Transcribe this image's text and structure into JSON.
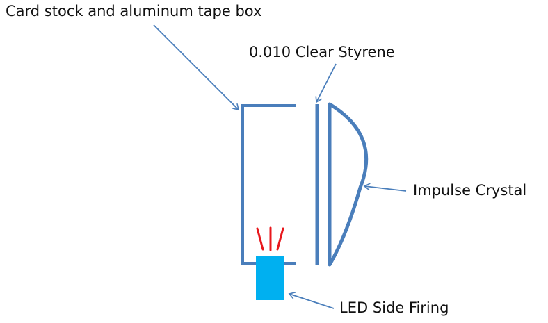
{
  "labels": {
    "box": "Card stock and aluminum tape box",
    "styrene": "0.010 Clear Styrene",
    "crystal": "Impulse Crystal",
    "led": "LED Side Firing"
  },
  "colors": {
    "outline": "#4a7ebb",
    "led": "#00b0f0",
    "light_rays": "#e8171c",
    "text": "#111111",
    "background": "#ffffff"
  }
}
